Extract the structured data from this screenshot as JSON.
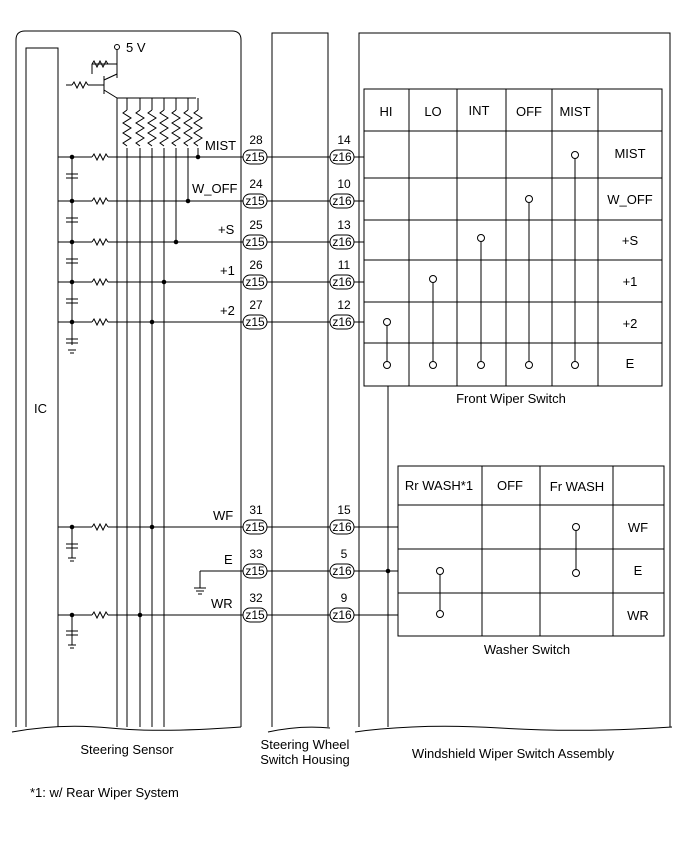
{
  "ic_label": "IC",
  "supply": "5 V",
  "signals": [
    "MIST",
    "W_OFF",
    "+S",
    "+1",
    "+2",
    "WF",
    "E",
    "WR"
  ],
  "sensor_pins": [
    "28",
    "24",
    "25",
    "26",
    "27",
    "31",
    "33",
    "32"
  ],
  "housing_pins": [
    "14",
    "10",
    "13",
    "11",
    "12",
    "15",
    "5",
    "9"
  ],
  "conn1": "z15",
  "conn2": "z16",
  "front_switch": {
    "title": "Front Wiper Switch",
    "cols": [
      "HI",
      "LO",
      "INT",
      "OFF",
      "MIST"
    ],
    "rows": [
      "MIST",
      "W_OFF",
      "+S",
      "+1",
      "+2",
      "E"
    ]
  },
  "washer_switch": {
    "title": "Washer Switch",
    "cols": [
      "Rr WASH*1",
      "OFF",
      "Fr WASH"
    ],
    "rows": [
      "WF",
      "E",
      "WR"
    ]
  },
  "captions": {
    "sensor": "Steering Sensor",
    "housing_l1": "Steering Wheel",
    "housing_l2": "Switch Housing",
    "assembly": "Windshield Wiper Switch Assembly"
  },
  "footnote": "*1: w/ Rear Wiper System"
}
